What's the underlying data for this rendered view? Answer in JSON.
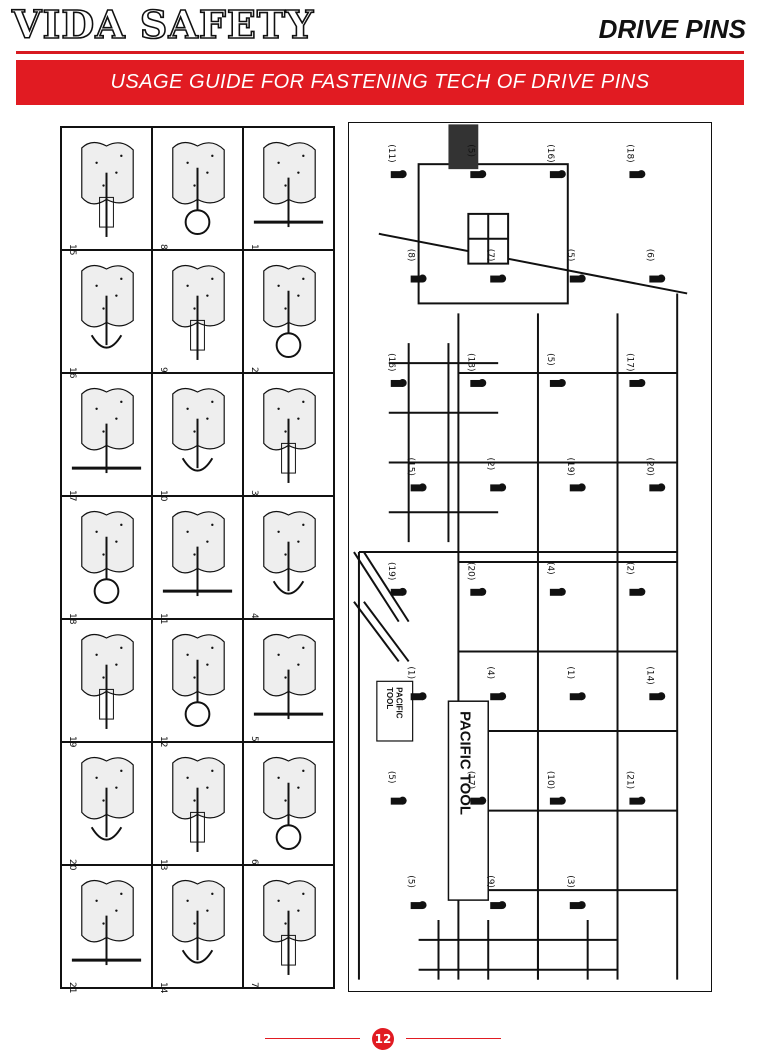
{
  "header": {
    "brand": "VIDA SAFETY",
    "section_title": "DRIVE PINS",
    "banner_title": "USAGE GUIDE FOR FASTENING TECH OF DRIVE PINS"
  },
  "diagram_numbers": [
    "15",
    "8",
    "1",
    "16",
    "9",
    "2",
    "17",
    "10",
    "3",
    "18",
    "11",
    "4",
    "19",
    "12",
    "5",
    "20",
    "13",
    "6",
    "21",
    "14",
    "7"
  ],
  "illustration": {
    "sign_primary": "PACIFIC TOOL",
    "sign_small_line1": "PACIFIC",
    "sign_small_line2": "TOOL",
    "callouts": [
      "(11)",
      "(5)",
      "(16)",
      "(18)",
      "(8)",
      "(7)",
      "(5)",
      "(6)",
      "(16)",
      "(13)",
      "(5)",
      "(17)",
      "(15)",
      "(2)",
      "(19)",
      "(20)",
      "(19)",
      "(20)",
      "(4)",
      "(2)",
      "(1)",
      "(4)",
      "(1)",
      "(14)",
      "(5)",
      "(17)",
      "(10)",
      "(21)",
      "(5)",
      "(9)",
      "(3)"
    ]
  },
  "footer": {
    "page_number": "12"
  },
  "colors": {
    "accent": "#e11b22",
    "ink": "#111111"
  }
}
